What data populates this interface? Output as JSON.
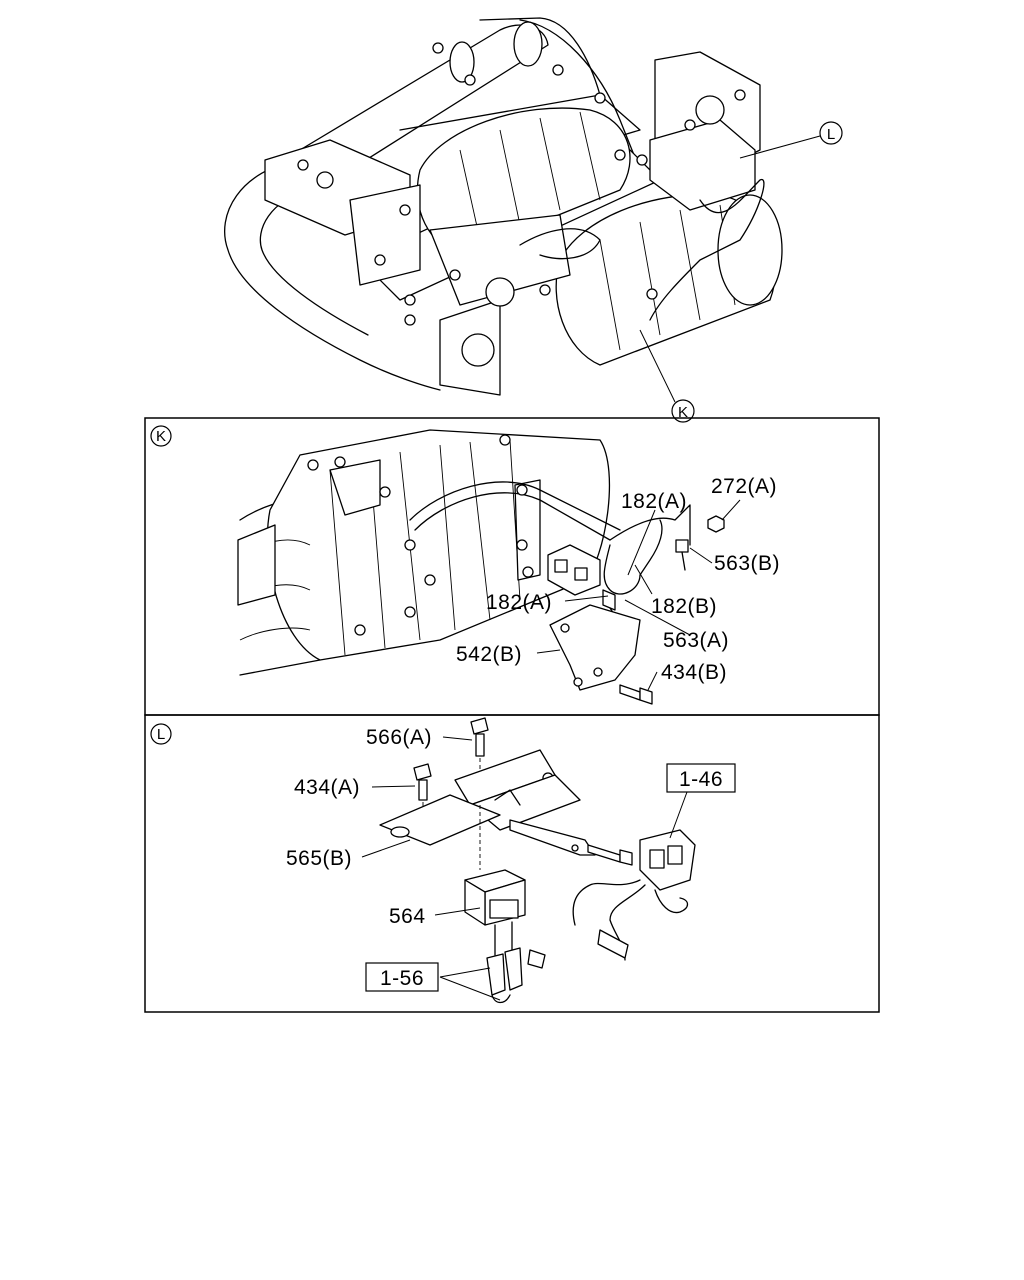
{
  "callouts": {
    "L": "L",
    "K": "K"
  },
  "panel_k": {
    "marker": "K",
    "labels": {
      "l_182a_top": "182(A)",
      "l_272a": "272(A)",
      "l_563b": "563(B)",
      "l_182a_left": "182(A)",
      "l_182b": "182(B)",
      "l_563a": "563(A)",
      "l_542b": "542(B)",
      "l_434b": "434(B)"
    }
  },
  "panel_l": {
    "marker": "L",
    "labels": {
      "l_566a": "566(A)",
      "l_434a": "434(A)",
      "l_565b": "565(B)",
      "l_564": "564"
    },
    "boxed_refs": {
      "ref_146": "1-46",
      "ref_156": "1-56"
    }
  }
}
